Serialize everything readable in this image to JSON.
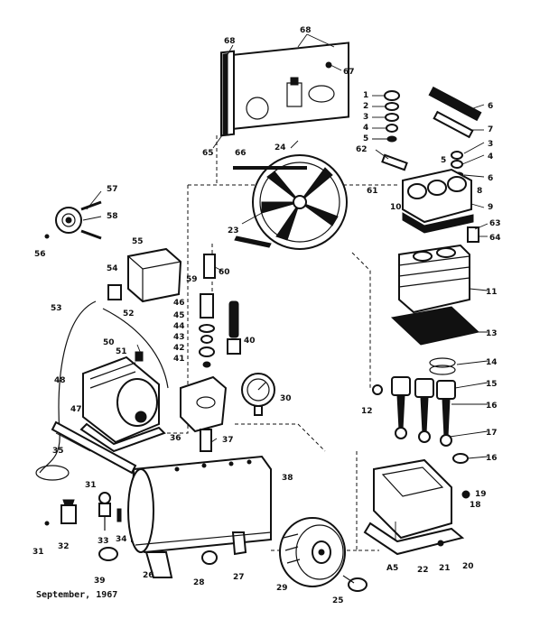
{
  "diagram": {
    "footer_text": "September, 1967",
    "colors": {
      "ink": "#111111",
      "paper": "#ffffff"
    },
    "callouts": [
      {
        "id": "c68a",
        "label": "68"
      },
      {
        "id": "c68b",
        "label": "68"
      },
      {
        "id": "c67",
        "label": "67"
      },
      {
        "id": "c65",
        "label": "65"
      },
      {
        "id": "c66",
        "label": "66"
      },
      {
        "id": "c24",
        "label": "24"
      },
      {
        "id": "c1",
        "label": "1"
      },
      {
        "id": "c2",
        "label": "2"
      },
      {
        "id": "c3a",
        "label": "3"
      },
      {
        "id": "c4a",
        "label": "4"
      },
      {
        "id": "c5a",
        "label": "5"
      },
      {
        "id": "c62",
        "label": "62"
      },
      {
        "id": "c6a",
        "label": "6"
      },
      {
        "id": "c7",
        "label": "7"
      },
      {
        "id": "c3b",
        "label": "3"
      },
      {
        "id": "c4b",
        "label": "4"
      },
      {
        "id": "c5b",
        "label": "5"
      },
      {
        "id": "c6b",
        "label": "6"
      },
      {
        "id": "c61",
        "label": "61"
      },
      {
        "id": "c8",
        "label": "8"
      },
      {
        "id": "c9",
        "label": "9"
      },
      {
        "id": "c10",
        "label": "10"
      },
      {
        "id": "c63",
        "label": "63"
      },
      {
        "id": "c64",
        "label": "64"
      },
      {
        "id": "c23",
        "label": "23"
      },
      {
        "id": "c57",
        "label": "57"
      },
      {
        "id": "c58",
        "label": "58"
      },
      {
        "id": "c56",
        "label": "56"
      },
      {
        "id": "c55",
        "label": "55"
      },
      {
        "id": "c59",
        "label": "59"
      },
      {
        "id": "c60",
        "label": "60"
      },
      {
        "id": "c54",
        "label": "54"
      },
      {
        "id": "c53",
        "label": "53"
      },
      {
        "id": "c52",
        "label": "52"
      },
      {
        "id": "c46",
        "label": "46"
      },
      {
        "id": "c45",
        "label": "45"
      },
      {
        "id": "c44",
        "label": "44"
      },
      {
        "id": "c43",
        "label": "43"
      },
      {
        "id": "c42",
        "label": "42"
      },
      {
        "id": "c41",
        "label": "41"
      },
      {
        "id": "c40",
        "label": "40"
      },
      {
        "id": "c50",
        "label": "50"
      },
      {
        "id": "c51",
        "label": "51"
      },
      {
        "id": "c48",
        "label": "48"
      },
      {
        "id": "c47",
        "label": "47"
      },
      {
        "id": "c30",
        "label": "30"
      },
      {
        "id": "c11",
        "label": "11"
      },
      {
        "id": "c13",
        "label": "13"
      },
      {
        "id": "c14",
        "label": "14"
      },
      {
        "id": "c15",
        "label": "15"
      },
      {
        "id": "c12",
        "label": "12"
      },
      {
        "id": "c16a",
        "label": "16"
      },
      {
        "id": "c17",
        "label": "17"
      },
      {
        "id": "c16b",
        "label": "16"
      },
      {
        "id": "c36",
        "label": "36"
      },
      {
        "id": "c37",
        "label": "37"
      },
      {
        "id": "c38",
        "label": "38"
      },
      {
        "id": "c35",
        "label": "35"
      },
      {
        "id": "c31a",
        "label": "31"
      },
      {
        "id": "c19",
        "label": "19"
      },
      {
        "id": "c32",
        "label": "32"
      },
      {
        "id": "c33",
        "label": "33"
      },
      {
        "id": "c34",
        "label": "34"
      },
      {
        "id": "c31b",
        "label": "31"
      },
      {
        "id": "c39",
        "label": "39"
      },
      {
        "id": "c26",
        "label": "26"
      },
      {
        "id": "c28",
        "label": "28"
      },
      {
        "id": "c27",
        "label": "27"
      },
      {
        "id": "c29",
        "label": "29"
      },
      {
        "id": "c25",
        "label": "25"
      },
      {
        "id": "cA5",
        "label": "A5"
      },
      {
        "id": "c22",
        "label": "22"
      },
      {
        "id": "c21",
        "label": "21"
      },
      {
        "id": "c20",
        "label": "20"
      },
      {
        "id": "c18",
        "label": "18"
      }
    ]
  }
}
